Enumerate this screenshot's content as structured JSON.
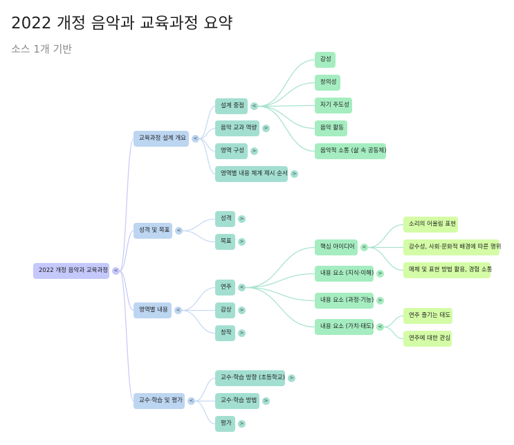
{
  "header": {
    "title": "2022 개정 음악과 교육과정 요약",
    "subtitle": "소스 1개 기반"
  },
  "colors": {
    "root": "#c5c8fb",
    "level1": "#bcd5f1",
    "level2": "#a3dfd1",
    "level3": "#a5edc0",
    "level4": "#d4fca6",
    "edge_root": "#c9cbf7",
    "edge_l1": "#c8daf3",
    "edge_l2": "#a9e3cf"
  },
  "toggle_glyphs": {
    "expanded": "<",
    "collapsed": ">"
  },
  "nodes": [
    {
      "id": "root",
      "parent": null,
      "level": 0,
      "label": "2022 개정 음악과 교육과정",
      "toggle": "expanded"
    },
    {
      "id": "a",
      "parent": "root",
      "level": 1,
      "label": "교육과정 설계 개요",
      "toggle": "expanded"
    },
    {
      "id": "b",
      "parent": "root",
      "level": 1,
      "label": "성격 및 목표",
      "toggle": "expanded"
    },
    {
      "id": "c",
      "parent": "root",
      "level": 1,
      "label": "영역별 내용",
      "toggle": "expanded"
    },
    {
      "id": "d",
      "parent": "root",
      "level": 1,
      "label": "교수·학습 및 평가",
      "toggle": "expanded"
    },
    {
      "id": "a1",
      "parent": "a",
      "level": 2,
      "label": "설계 중점",
      "toggle": "expanded"
    },
    {
      "id": "a2",
      "parent": "a",
      "level": 2,
      "label": "음악 교과 역량",
      "toggle": "collapsed"
    },
    {
      "id": "a3",
      "parent": "a",
      "level": 2,
      "label": "영역 구성",
      "toggle": "collapsed"
    },
    {
      "id": "a4",
      "parent": "a",
      "level": 2,
      "label": "영역별 내용 체계 제시 순서",
      "toggle": "collapsed"
    },
    {
      "id": "b1",
      "parent": "b",
      "level": 2,
      "label": "성격",
      "toggle": "collapsed"
    },
    {
      "id": "b2",
      "parent": "b",
      "level": 2,
      "label": "목표",
      "toggle": "collapsed"
    },
    {
      "id": "c1",
      "parent": "c",
      "level": 2,
      "label": "연주",
      "toggle": "expanded"
    },
    {
      "id": "c2",
      "parent": "c",
      "level": 2,
      "label": "감상",
      "toggle": "collapsed"
    },
    {
      "id": "c3",
      "parent": "c",
      "level": 2,
      "label": "창작",
      "toggle": "collapsed"
    },
    {
      "id": "d1",
      "parent": "d",
      "level": 2,
      "label": "교수·학습 방향 (초등학교)",
      "toggle": "collapsed"
    },
    {
      "id": "d2",
      "parent": "d",
      "level": 2,
      "label": "교수·학습 방법",
      "toggle": "collapsed"
    },
    {
      "id": "d3",
      "parent": "d",
      "level": 2,
      "label": "평가",
      "toggle": "collapsed"
    },
    {
      "id": "a1a",
      "parent": "a1",
      "level": 3,
      "label": "감성",
      "toggle": null
    },
    {
      "id": "a1b",
      "parent": "a1",
      "level": 3,
      "label": "창의성",
      "toggle": null
    },
    {
      "id": "a1c",
      "parent": "a1",
      "level": 3,
      "label": "자기 주도성",
      "toggle": null
    },
    {
      "id": "a1d",
      "parent": "a1",
      "level": 3,
      "label": "음악 활동",
      "toggle": null
    },
    {
      "id": "a1e",
      "parent": "a1",
      "level": 3,
      "label": "음악적 소통 (삶 속 공동체)",
      "toggle": null
    },
    {
      "id": "c1a",
      "parent": "c1",
      "level": 3,
      "label": "핵심 아이디어",
      "toggle": "expanded"
    },
    {
      "id": "c1b",
      "parent": "c1",
      "level": 3,
      "label": "내용 요소 (지식·이해)",
      "toggle": "collapsed"
    },
    {
      "id": "c1c",
      "parent": "c1",
      "level": 3,
      "label": "내용 요소 (과정·기능)",
      "toggle": "collapsed"
    },
    {
      "id": "c1d",
      "parent": "c1",
      "level": 3,
      "label": "내용 요소 (가치·태도)",
      "toggle": "expanded"
    },
    {
      "id": "c1a1",
      "parent": "c1a",
      "level": 4,
      "label": "소리의 어울림 표현",
      "toggle": null
    },
    {
      "id": "c1a2",
      "parent": "c1a",
      "level": 4,
      "label": "감수성, 사회·문화적 배경에 따른 행위",
      "toggle": null
    },
    {
      "id": "c1a3",
      "parent": "c1a",
      "level": 4,
      "label": "매체 및 표현 방법 활용, 경험 소통",
      "toggle": null
    },
    {
      "id": "c1d1",
      "parent": "c1d",
      "level": 4,
      "label": "연주 즐기는 태도",
      "toggle": null
    },
    {
      "id": "c1d2",
      "parent": "c1d",
      "level": 4,
      "label": "연주에 대한 관심",
      "toggle": null
    }
  ]
}
